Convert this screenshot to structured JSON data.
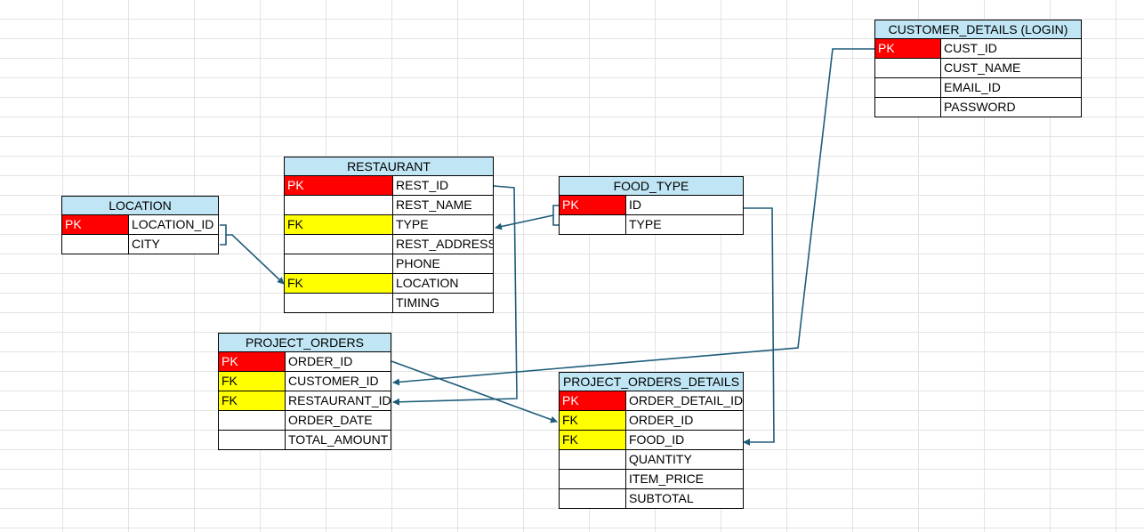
{
  "connector_color": "#1f5c7a",
  "header_color": "#c0e6f5",
  "pk_color": "#ff0000",
  "fk_color": "#ffff00",
  "tables": {
    "customer_details": {
      "name": "CUSTOMER_DETAILS (LOGIN)",
      "rows": [
        {
          "key": "PK",
          "field": "CUST_ID"
        },
        {
          "key": "",
          "field": "CUST_NAME"
        },
        {
          "key": "",
          "field": "EMAIL_ID"
        },
        {
          "key": "",
          "field": "PASSWORD"
        }
      ]
    },
    "restaurant": {
      "name": "RESTAURANT",
      "rows": [
        {
          "key": "PK",
          "field": "REST_ID"
        },
        {
          "key": "",
          "field": "REST_NAME"
        },
        {
          "key": "FK",
          "field": "TYPE"
        },
        {
          "key": "",
          "field": "REST_ADDRESS"
        },
        {
          "key": "",
          "field": "PHONE"
        },
        {
          "key": "FK",
          "field": "LOCATION"
        },
        {
          "key": "",
          "field": "TIMING"
        }
      ]
    },
    "food_type": {
      "name": "FOOD_TYPE",
      "rows": [
        {
          "key": "PK",
          "field": "ID"
        },
        {
          "key": "",
          "field": "TYPE"
        }
      ]
    },
    "location": {
      "name": "LOCATION",
      "rows": [
        {
          "key": "PK",
          "field": "LOCATION_ID"
        },
        {
          "key": "",
          "field": "CITY"
        }
      ]
    },
    "project_orders": {
      "name": "PROJECT_ORDERS",
      "rows": [
        {
          "key": "PK",
          "field": "ORDER_ID"
        },
        {
          "key": "FK",
          "field": "CUSTOMER_ID"
        },
        {
          "key": "FK",
          "field": "RESTAURANT_ID"
        },
        {
          "key": "",
          "field": "ORDER_DATE"
        },
        {
          "key": "",
          "field": "TOTAL_AMOUNT"
        }
      ]
    },
    "project_orders_details": {
      "name": "PROJECT_ORDERS_DETAILS",
      "rows": [
        {
          "key": "PK",
          "field": "ORDER_DETAIL_ID"
        },
        {
          "key": "FK",
          "field": "ORDER_ID"
        },
        {
          "key": "FK",
          "field": "FOOD_ID"
        },
        {
          "key": "",
          "field": "QUANTITY"
        },
        {
          "key": "",
          "field": "ITEM_PRICE"
        },
        {
          "key": "",
          "field": "SUBTOTAL"
        }
      ]
    }
  },
  "relationships": [
    {
      "from": "LOCATION.LOCATION_ID",
      "to": "RESTAURANT.LOCATION"
    },
    {
      "from": "FOOD_TYPE.ID",
      "to": "RESTAURANT.TYPE"
    },
    {
      "from": "RESTAURANT.REST_ID",
      "to": "PROJECT_ORDERS.RESTAURANT_ID"
    },
    {
      "from": "CUSTOMER_DETAILS.CUST_ID",
      "to": "PROJECT_ORDERS.CUSTOMER_ID"
    },
    {
      "from": "PROJECT_ORDERS.ORDER_ID",
      "to": "PROJECT_ORDERS_DETAILS.ORDER_ID"
    },
    {
      "from": "FOOD_TYPE.ID",
      "to": "PROJECT_ORDERS_DETAILS.FOOD_ID"
    }
  ]
}
